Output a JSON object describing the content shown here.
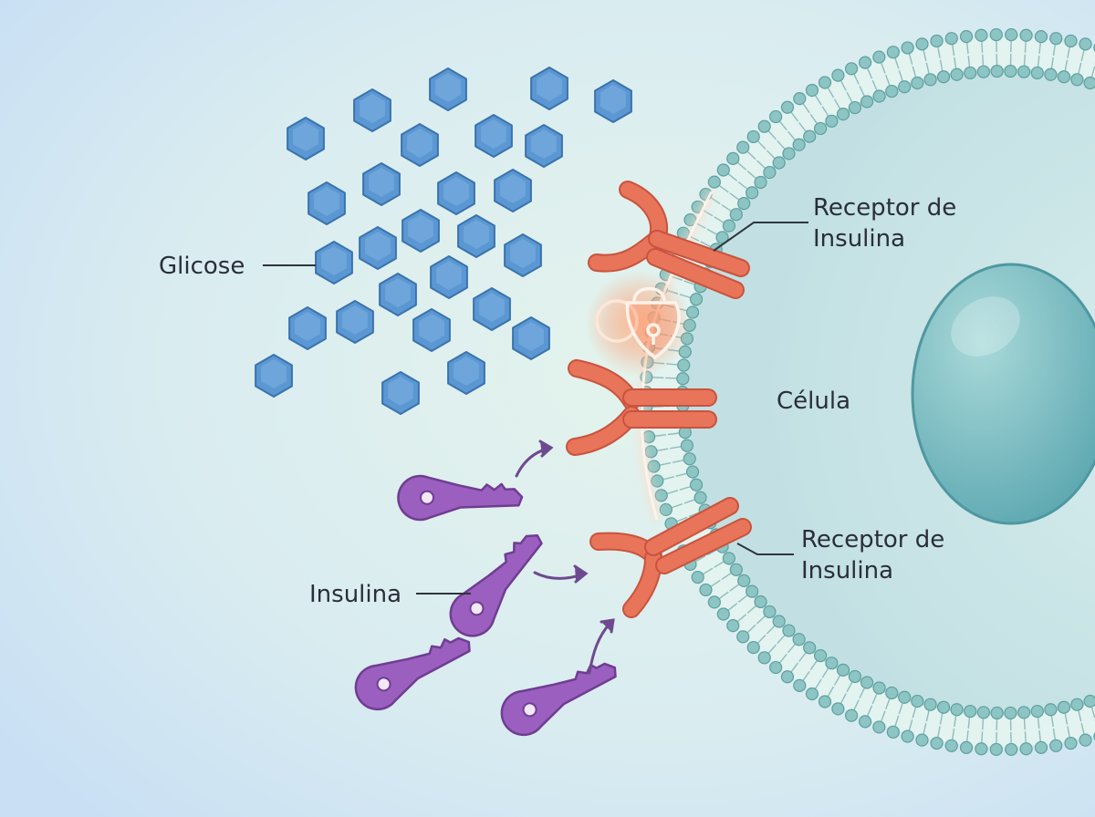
{
  "labels": {
    "glucose": "Glicose",
    "receptor_top_line1": "Receptor de",
    "receptor_top_line2": "Insulina",
    "cell": "Célula",
    "receptor_bottom_line1": "Receptor de",
    "receptor_bottom_line2": "Insulina",
    "insulin": "Insulina"
  },
  "colors": {
    "background_left": "#cfe4f6",
    "background_right": "#dff1ea",
    "glucose": "#5b97d2",
    "membrane": "#7fb9b9",
    "cytoplasm": "#cfe8e8",
    "nucleus": "#6fb7bd",
    "receptor": "#e8745a",
    "insulin_key": "#9b5fbf",
    "glow": "#ff9a6e"
  },
  "icons": {
    "glucose_molecule": "hexagon-icon",
    "insulin": "key-icon",
    "receptor": "y-shaped-receptor-icon",
    "activation": "padlock-icon"
  }
}
